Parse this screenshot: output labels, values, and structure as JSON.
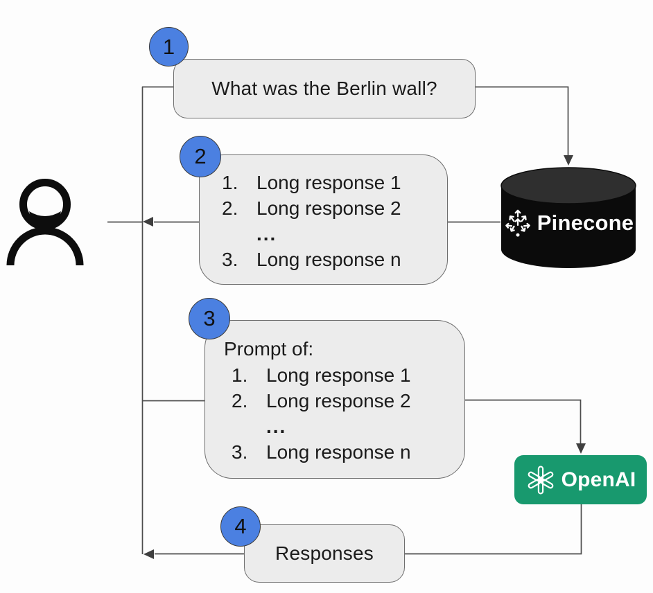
{
  "colors": {
    "badge_blue": "#4b80e1",
    "box_fill": "#ececec",
    "box_border": "#6e6e6e",
    "connector_line": "#4c4c4c",
    "pinecone_body": "#0b0b0b",
    "pinecone_top": "#2f2f2f",
    "openai_green": "#18996e",
    "logo_white": "#ffffff",
    "text": "#1b1b1b"
  },
  "nodes": {
    "user": {
      "icon": "person-icon"
    },
    "query": {
      "badge": "1",
      "text": "What was the Berlin wall?"
    },
    "retrieved": {
      "badge": "2",
      "rows": [
        {
          "m": "1.",
          "t": "Long response 1"
        },
        {
          "m": "2.",
          "t": "Long response 2"
        },
        {
          "m": "",
          "t": "..."
        },
        {
          "m": "3.",
          "t": "Long response n"
        }
      ]
    },
    "prompt": {
      "badge": "3",
      "title": "Prompt of:",
      "rows": [
        {
          "m": "1.",
          "t": "Long response 1"
        },
        {
          "m": "2.",
          "t": "Long response 2"
        },
        {
          "m": "",
          "t": "..."
        },
        {
          "m": "3.",
          "t": "Long response n"
        }
      ]
    },
    "responses": {
      "badge": "4",
      "text": "Responses"
    },
    "pinecone": {
      "label": "Pinecone",
      "icon": "pinecone-logo-icon"
    },
    "openai": {
      "label": "OpenAI",
      "icon": "openai-logo-icon"
    }
  }
}
